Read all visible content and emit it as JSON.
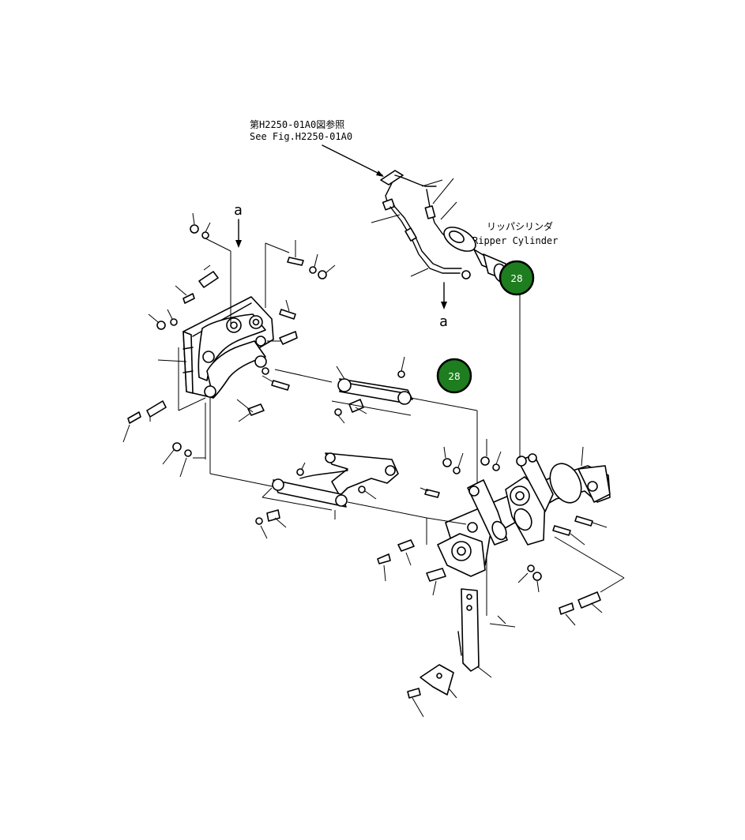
{
  "reference": {
    "line_jp": "第H2250-01A0図参照",
    "line_en": "See Fig.H2250-01A0"
  },
  "ripper_cylinder": {
    "label_jp": "リッパシリンダ",
    "label_en": "Ripper Cylinder"
  },
  "markers": {
    "top": "a",
    "bottom": "a"
  },
  "callouts": [
    {
      "id": "callout-1",
      "label": "28"
    },
    {
      "id": "callout-2",
      "label": "28"
    }
  ],
  "colors": {
    "callout_fill": "#1e7d1e",
    "callout_ring": "#000000",
    "callout_text": "#ffffff",
    "lines": "#000000"
  }
}
